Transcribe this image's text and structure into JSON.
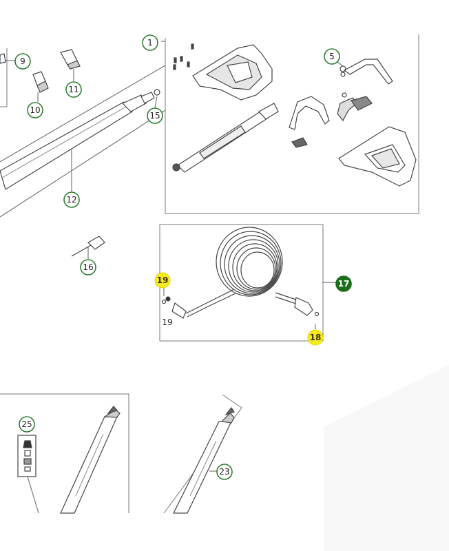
{
  "callouts": {
    "c1": "1",
    "c5": "5",
    "c9": "9",
    "c10": "10",
    "c11": "11",
    "c12": "12",
    "c15": "15",
    "c16": "16",
    "c17": "17",
    "c18": "18",
    "c19": "19",
    "c19_plain": "19",
    "c23": "23",
    "c25": "25"
  },
  "colors": {
    "line": "#444444",
    "circle_stroke": "#2e7d32",
    "highlight": "#f7ea1c",
    "selected_fill": "#1b6e1b",
    "box_stroke": "#666666"
  }
}
